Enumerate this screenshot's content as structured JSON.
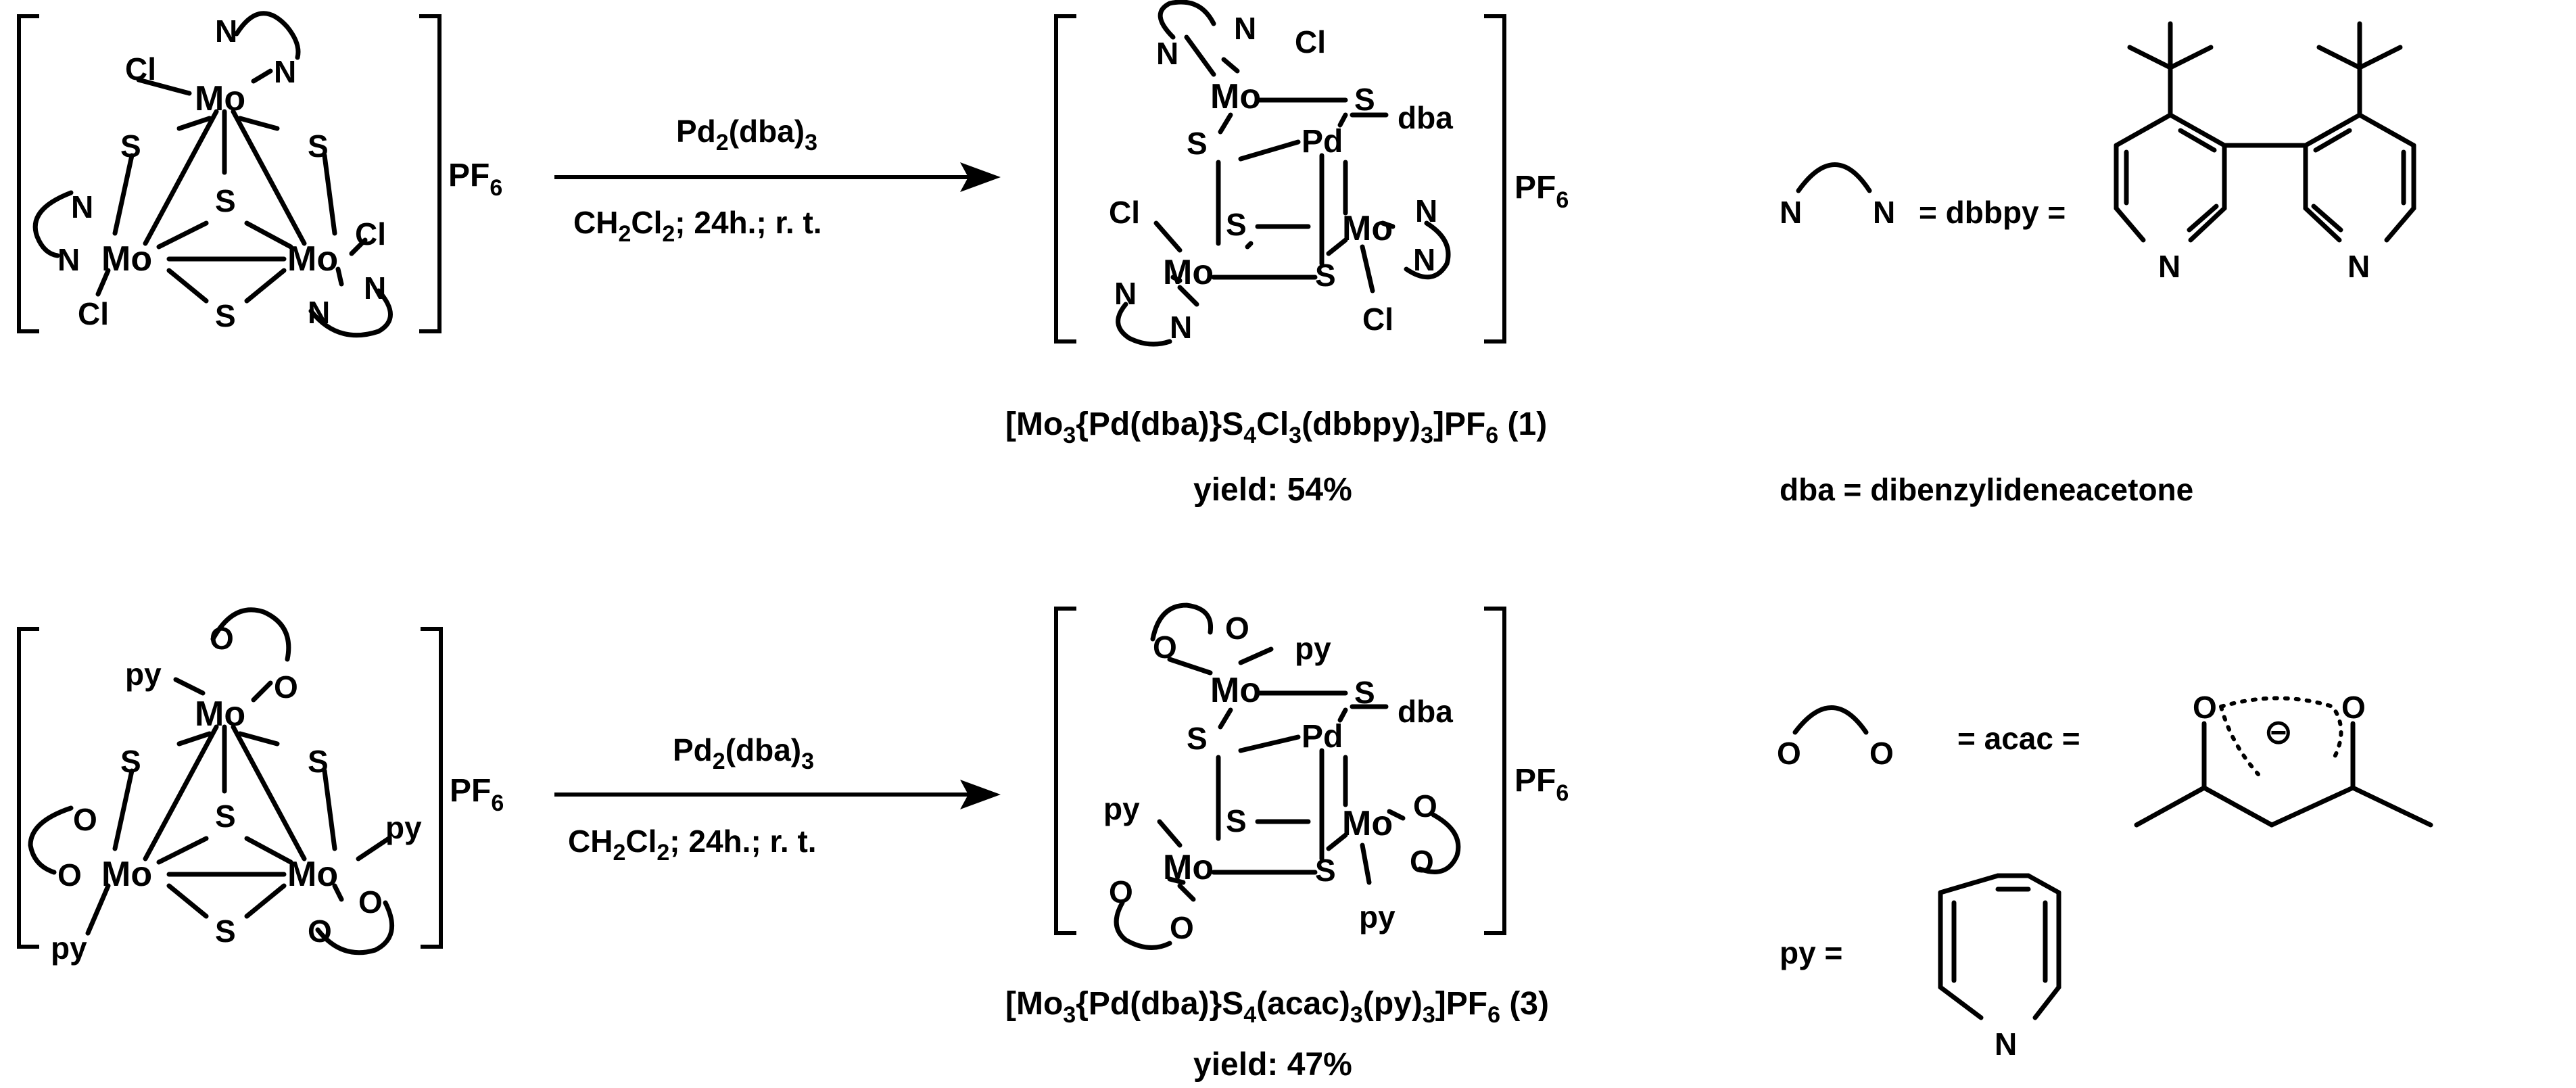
{
  "reaction1": {
    "reagent": "Pd2(dba)3",
    "conditions": "CH2Cl2; 24h.; r. t.",
    "counterion": "PF6",
    "product_formula": "[Mo3{Pd(dba)}S4Cl3(dbbpy)3]PF6 (1)",
    "yield": "yield: 54%"
  },
  "reaction2": {
    "reagent": "Pd2(dba)3",
    "conditions": "CH2Cl2; 24h.; r. t.",
    "counterion": "PF6",
    "product_formula": "[Mo3{Pd(dba)}S4(acac)3(py)3]PF6 (3)",
    "yield": "yield: 47%"
  },
  "atoms": {
    "Mo": "Mo",
    "S": "S",
    "Cl": "Cl",
    "N": "N",
    "O": "O",
    "Pd": "Pd",
    "py": "py",
    "dba": "dba"
  },
  "legend": {
    "dbbpy": "= dbbpy =",
    "dba": "dba = dibenzylideneacetone",
    "acac": "= acac =",
    "py": "py =",
    "charge": "⊖"
  },
  "colors": {
    "ink": "#000000",
    "background": "#ffffff"
  }
}
